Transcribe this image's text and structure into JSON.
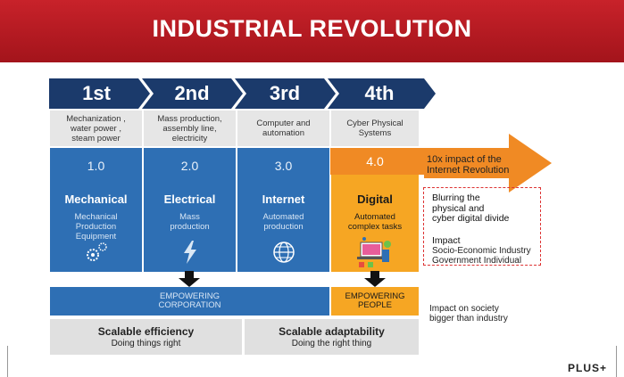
{
  "title": "INDUSTRIAL REVOLUTION",
  "chevrons": [
    "1st",
    "2nd",
    "3rd",
    "4th"
  ],
  "descriptions": [
    [
      "Mechanization ,",
      "water power ,",
      "steam power"
    ],
    [
      "Mass production,",
      "assembly line,",
      "electricity"
    ],
    [
      "Computer and",
      "automation"
    ],
    [
      "Cyber Physical",
      "Systems"
    ]
  ],
  "cards": [
    {
      "num": "1.0",
      "name": "Mechanical",
      "sub": [
        "Mechanical",
        "Production",
        "Equipment"
      ],
      "icon": "gears-icon"
    },
    {
      "num": "2.0",
      "name": "Electrical",
      "sub": [
        "Mass",
        "production"
      ],
      "icon": "lightning-icon"
    },
    {
      "num": "3.0",
      "name": "Internet",
      "sub": [
        "Automated",
        "production"
      ],
      "icon": "globe-icon"
    },
    {
      "num": "4.0",
      "name": "Digital",
      "sub": [
        "Automated",
        "complex tasks"
      ],
      "icon": "devices-icon"
    }
  ],
  "arrow_text": [
    "10x impact of the",
    "Internet Revolution"
  ],
  "blurring": [
    "Blurring the",
    "physical and",
    "cyber digital divide"
  ],
  "impact": {
    "title": "Impact",
    "lines": [
      "Socio-Economic Industry",
      "Government Individual"
    ]
  },
  "empowering": [
    [
      "EMPOWERING",
      "CORPORATION"
    ],
    [
      "EMPOWERING",
      "PEOPLE"
    ]
  ],
  "society": [
    "Impact on society",
    "bigger than industry"
  ],
  "scalable": [
    {
      "title": "Scalable efficiency",
      "sub": "Doing things right"
    },
    {
      "title": "Scalable adaptability",
      "sub": "Doing the right thing"
    }
  ],
  "brand": "PLUS+",
  "colors": {
    "banner": "#b51c22",
    "navy": "#1b3a6b",
    "blue": "#2e6fb4",
    "orange": "#f6a623",
    "arrow": "#f08a24",
    "grey": "#e0e0e0"
  }
}
